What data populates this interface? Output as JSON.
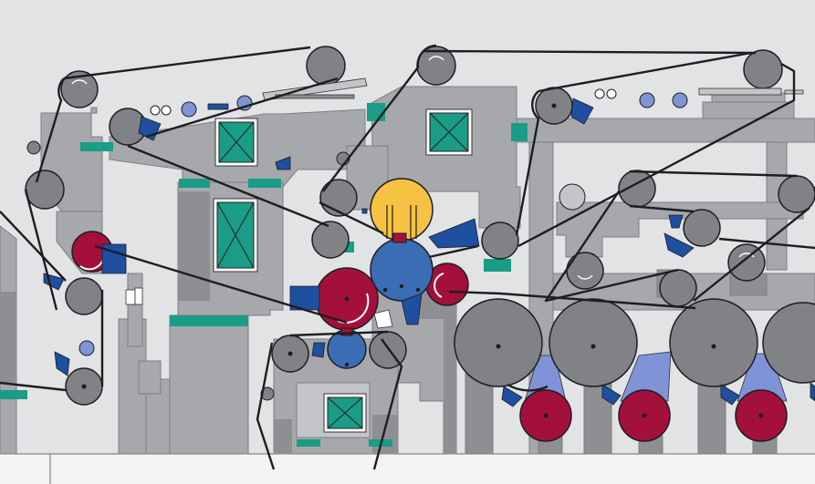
{
  "colors": {
    "background": "#e2e3e5",
    "frame": "#a6a8ab",
    "frame_dark": "#8d8f92",
    "frame_light": "#c3c5c8",
    "felt_line": "#1e1e22",
    "grey_roll": "#808285",
    "grey_roll_dark": "#5f6164",
    "yellow_roll": "#f5c242",
    "blue_roll": "#3b6db5",
    "crimson_roll": "#a3103c",
    "light_blue_roll": "#7f93d6",
    "teal_beam": "#1a9c86",
    "navy_doctor": "#1e4fa0",
    "floor": "#f4f4f4"
  },
  "components": {
    "machine_frame": "press-section-frame",
    "rolls": [
      "felt-roll",
      "press-roll",
      "suction-roll",
      "center-roll",
      "drying-cylinder",
      "steam-cylinder"
    ],
    "details": [
      "inspection-hatch",
      "doctor-blade",
      "felt-tensioner",
      "support-beam"
    ]
  }
}
